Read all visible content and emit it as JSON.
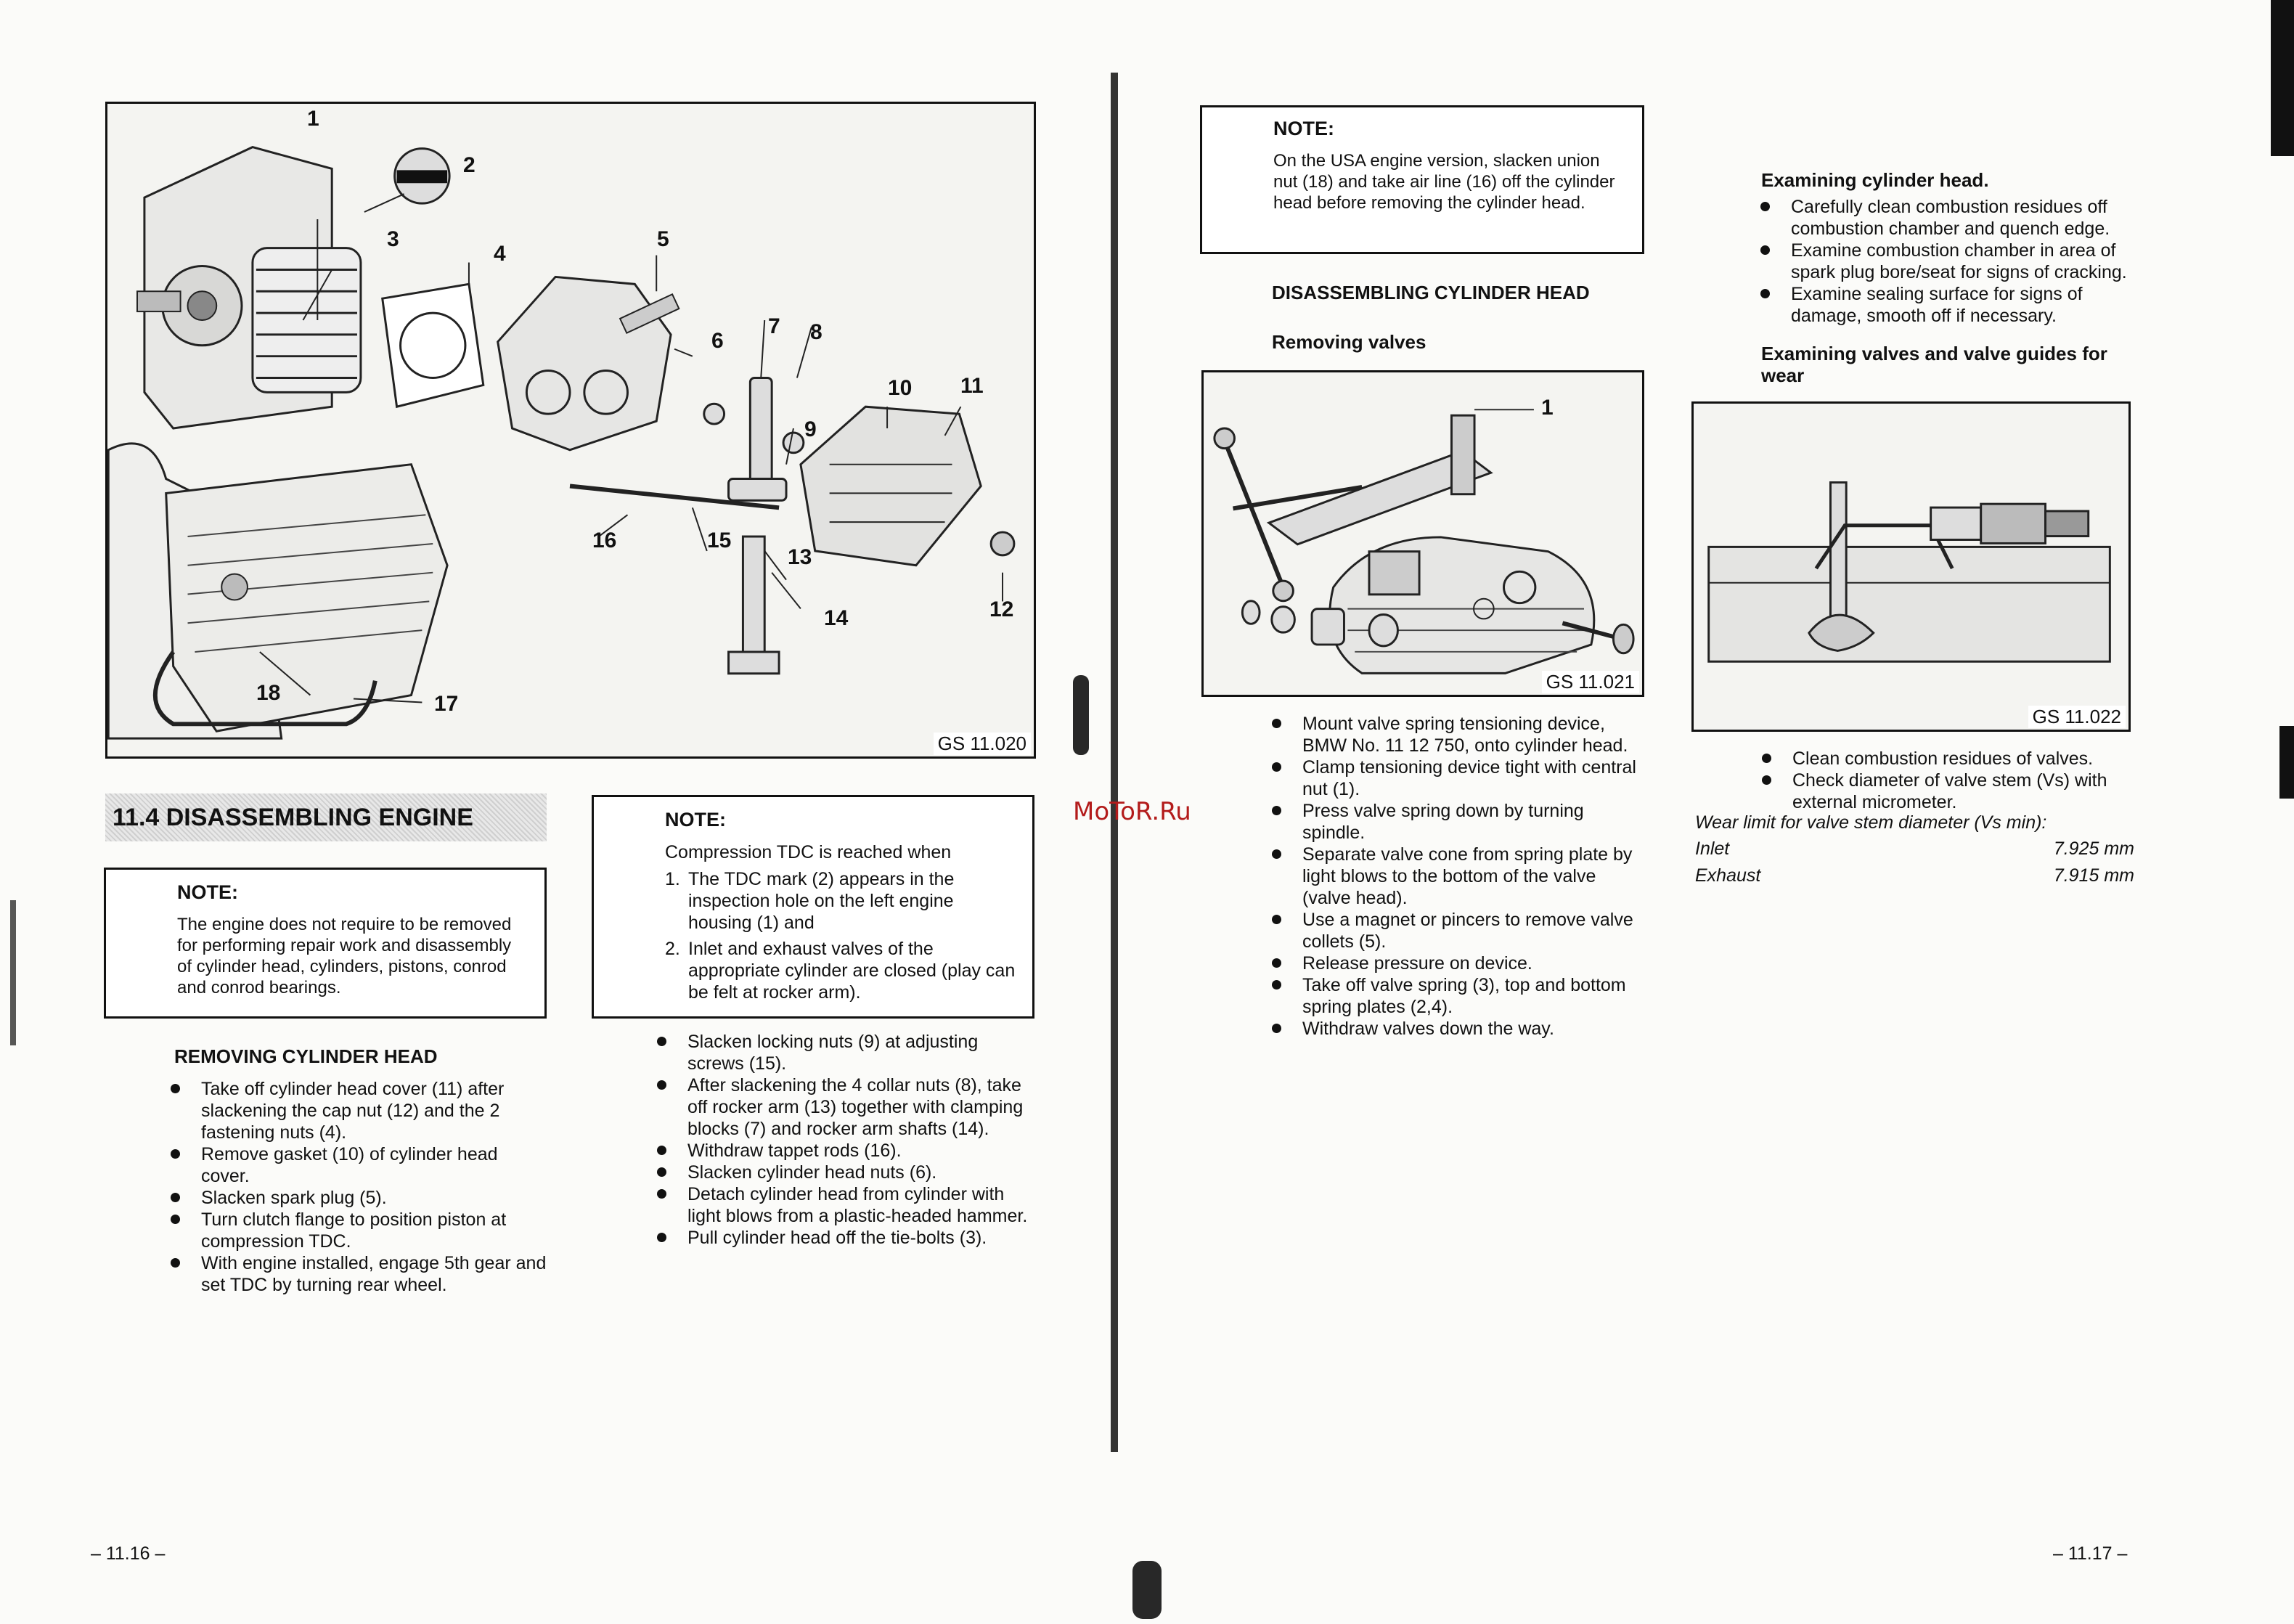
{
  "left_page": {
    "figure": {
      "code": "GS 11.020",
      "callouts": [
        "1",
        "2",
        "3",
        "4",
        "5",
        "6",
        "7",
        "8",
        "9",
        "10",
        "11",
        "12",
        "13",
        "14",
        "15",
        "16",
        "17",
        "18"
      ]
    },
    "section_title": "11.4  DISASSEMBLING ENGINE",
    "note1": {
      "title": "NOTE:",
      "text": "The engine does not require to be removed for performing repair work and disassembly of cylinder head, cylinders, pistons, conrod and conrod bearings."
    },
    "removing_head": {
      "title": "REMOVING CYLINDER HEAD",
      "items": [
        "Take off cylinder head cover (11) after slackening the cap nut (12) and the 2 fastening nuts (4).",
        "Remove gasket (10) of cylinder head cover.",
        "Slacken spark plug (5).",
        "Turn clutch flange to position piston at compression TDC.",
        "With engine installed, engage 5th gear and set TDC by turning rear wheel."
      ]
    },
    "note2": {
      "title": "NOTE:",
      "intro": "Compression TDC is reached when",
      "items": [
        {
          "num": "1.",
          "text": "The TDC mark (2) appears in the inspection hole on the left engine housing (1) and"
        },
        {
          "num": "2.",
          "text": "Inlet and exhaust valves of the appropriate cylinder are closed (play can be felt at rocker arm)."
        }
      ]
    },
    "steps": [
      "Slacken locking nuts (9) at adjusting screws (15).",
      "After slackening the 4 collar nuts (8), take off rocker arm (13) together with clamping blocks (7) and rocker arm shafts (14).",
      "Withdraw tappet rods (16).",
      "Slacken cylinder head nuts (6).",
      "Detach cylinder head from cylinder with light blows from a plastic-headed hammer.",
      "Pull cylinder head off the tie-bolts (3)."
    ],
    "page_number": "– 11.16 –"
  },
  "watermark": "MoToR.Ru",
  "right_page": {
    "note": {
      "title": "NOTE:",
      "text": "On the USA engine version, slacken union nut (18) and take air line (16) off the cylinder head before removing the cylinder head."
    },
    "disassembling_title": "DISASSEMBLING CYLINDER HEAD",
    "removing_valves_title": "Removing valves",
    "figure2": {
      "code": "GS 11.021",
      "callout": "1"
    },
    "valve_steps": [
      "Mount valve spring tensioning device, BMW No. 11 12 750, onto cylinder head.",
      "Clamp tensioning device tight with central nut (1).",
      "Press valve spring down by turning spindle.",
      "Separate valve cone from spring plate by light blows to the bottom of the valve (valve head).",
      "Use a magnet or pincers to remove valve collets (5).",
      "Release pressure on device.",
      "Take off valve spring (3), top and bottom spring plates (2,4).",
      "Withdraw valves down the way."
    ],
    "examining_head": {
      "title": "Examining cylinder head.",
      "items": [
        "Carefully clean combustion residues off combustion chamber and quench edge.",
        "Examine combustion chamber in area of spark plug bore/seat for signs of cracking.",
        "Examine sealing surface for signs of damage, smooth off if necessary."
      ]
    },
    "examining_valves_title": "Examining valves and valve guides for wear",
    "figure3": {
      "code": "GS 11.022"
    },
    "valve_checks": [
      "Clean combustion residues of valves.",
      "Check diameter of valve stem (Vs) with external micrometer."
    ],
    "wear_limit": {
      "title": "Wear limit for valve stem diameter (Vs min):",
      "rows": [
        {
          "label": "Inlet",
          "value": "7.925 mm"
        },
        {
          "label": "Exhaust",
          "value": "7.915 mm"
        }
      ]
    },
    "page_number": "– 11.17 –"
  }
}
